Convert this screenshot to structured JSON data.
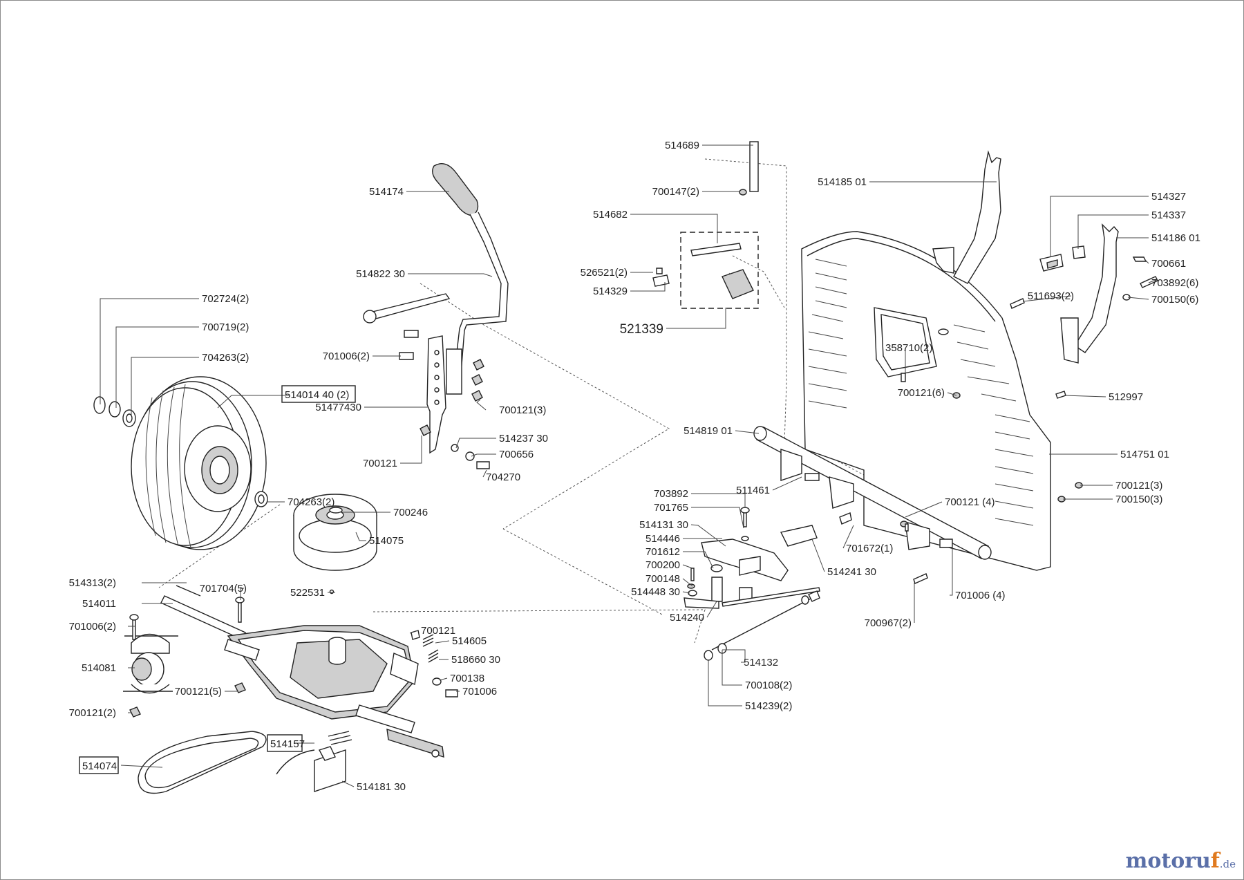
{
  "brand": {
    "logo_main": "motoru",
    "logo_accent": "f",
    "logo_tld": ".de"
  },
  "callouts": [
    {
      "id": "c1",
      "text": "514689"
    },
    {
      "id": "c2",
      "text": "700147(2)"
    },
    {
      "id": "c3",
      "text": "514682"
    },
    {
      "id": "c4",
      "text": "526521(2)"
    },
    {
      "id": "c5",
      "text": "514329"
    },
    {
      "id": "c6",
      "text": "521339"
    },
    {
      "id": "c7",
      "text": "514174"
    },
    {
      "id": "c8",
      "text": "514822 30"
    },
    {
      "id": "c9",
      "text": "702724(2)"
    },
    {
      "id": "c10",
      "text": "700719(2)"
    },
    {
      "id": "c11",
      "text": "704263(2)"
    },
    {
      "id": "c12",
      "text": "701006(2)"
    },
    {
      "id": "c13",
      "text": "514014 40 (2)",
      "boxed": true
    },
    {
      "id": "c14",
      "text": "51477430"
    },
    {
      "id": "c15",
      "text": "700121(3)"
    },
    {
      "id": "c16",
      "text": "514237 30"
    },
    {
      "id": "c17",
      "text": "700121"
    },
    {
      "id": "c18",
      "text": "700656"
    },
    {
      "id": "c19",
      "text": "704270"
    },
    {
      "id": "c20",
      "text": "704263(2)"
    },
    {
      "id": "c21",
      "text": "700246"
    },
    {
      "id": "c22",
      "text": "514075"
    },
    {
      "id": "c23",
      "text": "514313(2)"
    },
    {
      "id": "c24",
      "text": "701704(5)"
    },
    {
      "id": "c25",
      "text": "514011"
    },
    {
      "id": "c26",
      "text": "522531"
    },
    {
      "id": "c27",
      "text": "701006(2)"
    },
    {
      "id": "c28",
      "text": "700121"
    },
    {
      "id": "c29",
      "text": "514605"
    },
    {
      "id": "c30",
      "text": "518660 30"
    },
    {
      "id": "c31",
      "text": "514081"
    },
    {
      "id": "c32",
      "text": "700138"
    },
    {
      "id": "c33",
      "text": "700121(5)"
    },
    {
      "id": "c34",
      "text": "701006"
    },
    {
      "id": "c35",
      "text": "700121(2)"
    },
    {
      "id": "c36",
      "text": "514157",
      "boxed": true
    },
    {
      "id": "c37",
      "text": "514074",
      "boxed": true
    },
    {
      "id": "c38",
      "text": "514181 30"
    },
    {
      "id": "c39",
      "text": "514185 01"
    },
    {
      "id": "c40",
      "text": "514327"
    },
    {
      "id": "c41",
      "text": "514337"
    },
    {
      "id": "c42",
      "text": "514186 01"
    },
    {
      "id": "c43",
      "text": "700661"
    },
    {
      "id": "c44",
      "text": "703892(6)"
    },
    {
      "id": "c45",
      "text": "511693(2)"
    },
    {
      "id": "c46",
      "text": "700150(6)"
    },
    {
      "id": "c47",
      "text": "358710(2)"
    },
    {
      "id": "c48",
      "text": "700121(6)"
    },
    {
      "id": "c49",
      "text": "512997"
    },
    {
      "id": "c50",
      "text": "514819 01"
    },
    {
      "id": "c51",
      "text": "514751 01"
    },
    {
      "id": "c52",
      "text": "511461"
    },
    {
      "id": "c53",
      "text": "703892"
    },
    {
      "id": "c54",
      "text": "700121(3)"
    },
    {
      "id": "c55",
      "text": "701765"
    },
    {
      "id": "c56",
      "text": "700121 (4)"
    },
    {
      "id": "c57",
      "text": "700150(3)"
    },
    {
      "id": "c58",
      "text": "514131 30"
    },
    {
      "id": "c59",
      "text": "514446"
    },
    {
      "id": "c60",
      "text": "701672(1)"
    },
    {
      "id": "c61",
      "text": "701612"
    },
    {
      "id": "c62",
      "text": "514241 30"
    },
    {
      "id": "c63",
      "text": "700200"
    },
    {
      "id": "c64",
      "text": "700148"
    },
    {
      "id": "c65",
      "text": "514448 30"
    },
    {
      "id": "c66",
      "text": "701006 (4)"
    },
    {
      "id": "c67",
      "text": "514240"
    },
    {
      "id": "c68",
      "text": "700967(2)"
    },
    {
      "id": "c69",
      "text": "514132"
    },
    {
      "id": "c70",
      "text": "700108(2)"
    },
    {
      "id": "c71",
      "text": "514239(2)"
    }
  ]
}
